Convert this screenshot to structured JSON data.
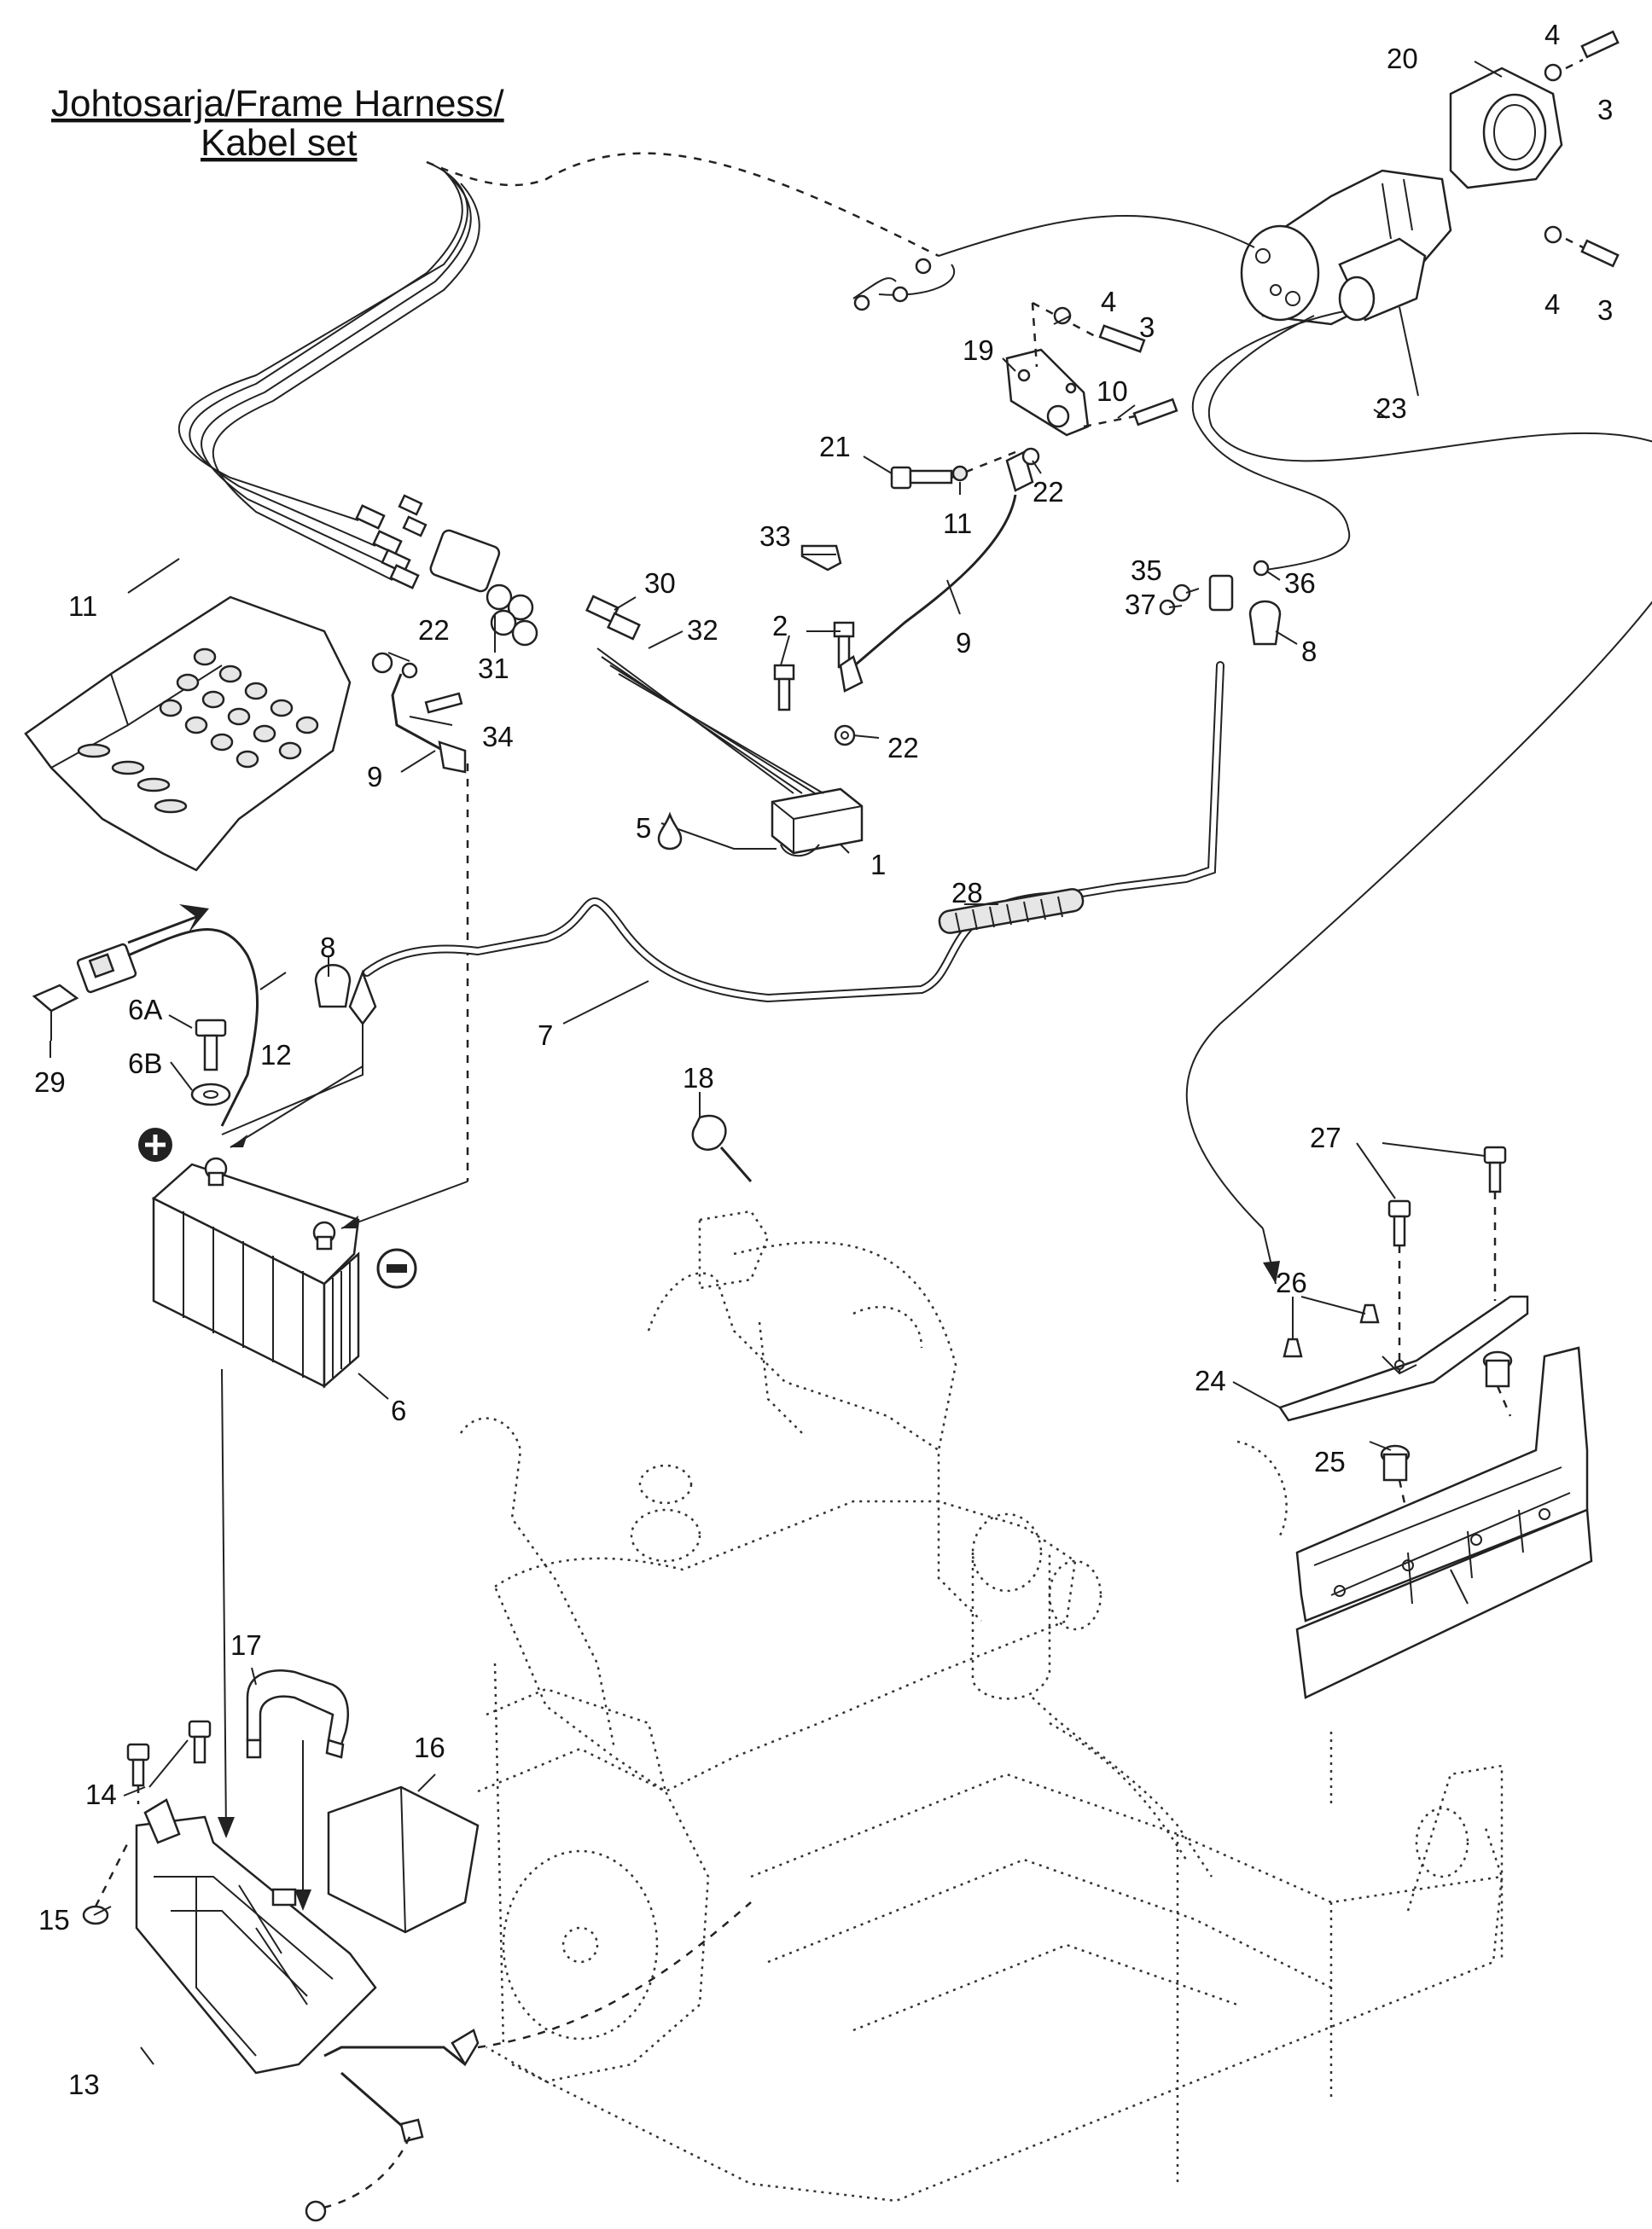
{
  "title": {
    "line1": "Johtosarja/Frame Harness/",
    "line2": "Kabel set"
  },
  "callouts": [
    {
      "id": "c1",
      "label": "1"
    },
    {
      "id": "c2",
      "label": "2"
    },
    {
      "id": "c3a",
      "label": "3"
    },
    {
      "id": "c3b",
      "label": "3"
    },
    {
      "id": "c3c",
      "label": "3"
    },
    {
      "id": "c4a",
      "label": "4"
    },
    {
      "id": "c4b",
      "label": "4"
    },
    {
      "id": "c4c",
      "label": "4"
    },
    {
      "id": "c5",
      "label": "5"
    },
    {
      "id": "c6",
      "label": "6"
    },
    {
      "id": "c6a",
      "label": "6A"
    },
    {
      "id": "c6b",
      "label": "6B"
    },
    {
      "id": "c7",
      "label": "7"
    },
    {
      "id": "c8a",
      "label": "8"
    },
    {
      "id": "c8b",
      "label": "8"
    },
    {
      "id": "c9a",
      "label": "9"
    },
    {
      "id": "c9b",
      "label": "9"
    },
    {
      "id": "c10",
      "label": "10"
    },
    {
      "id": "c11a",
      "label": "11"
    },
    {
      "id": "c11b",
      "label": "11"
    },
    {
      "id": "c12",
      "label": "12"
    },
    {
      "id": "c13",
      "label": "13"
    },
    {
      "id": "c14",
      "label": "14"
    },
    {
      "id": "c15",
      "label": "15"
    },
    {
      "id": "c16",
      "label": "16"
    },
    {
      "id": "c17",
      "label": "17"
    },
    {
      "id": "c18",
      "label": "18"
    },
    {
      "id": "c19",
      "label": "19"
    },
    {
      "id": "c20",
      "label": "20"
    },
    {
      "id": "c21",
      "label": "21"
    },
    {
      "id": "c22a",
      "label": "22"
    },
    {
      "id": "c22b",
      "label": "22"
    },
    {
      "id": "c22c",
      "label": "22"
    },
    {
      "id": "c23",
      "label": "23"
    },
    {
      "id": "c24",
      "label": "24"
    },
    {
      "id": "c25",
      "label": "25"
    },
    {
      "id": "c26",
      "label": "26"
    },
    {
      "id": "c27",
      "label": "27"
    },
    {
      "id": "c28",
      "label": "28"
    },
    {
      "id": "c29",
      "label": "29"
    },
    {
      "id": "c30",
      "label": "30"
    },
    {
      "id": "c31",
      "label": "31"
    },
    {
      "id": "c32",
      "label": "32"
    },
    {
      "id": "c33",
      "label": "33"
    },
    {
      "id": "c34",
      "label": "34"
    },
    {
      "id": "c35",
      "label": "35"
    },
    {
      "id": "c36",
      "label": "36"
    },
    {
      "id": "c37",
      "label": "37"
    }
  ],
  "icons": {
    "positive_terminal": "plus-circle-icon",
    "negative_terminal": "minus-circle-icon",
    "grease_drop": "drop-icon"
  },
  "colors": {
    "line": "#222222",
    "background": "#ffffff"
  }
}
